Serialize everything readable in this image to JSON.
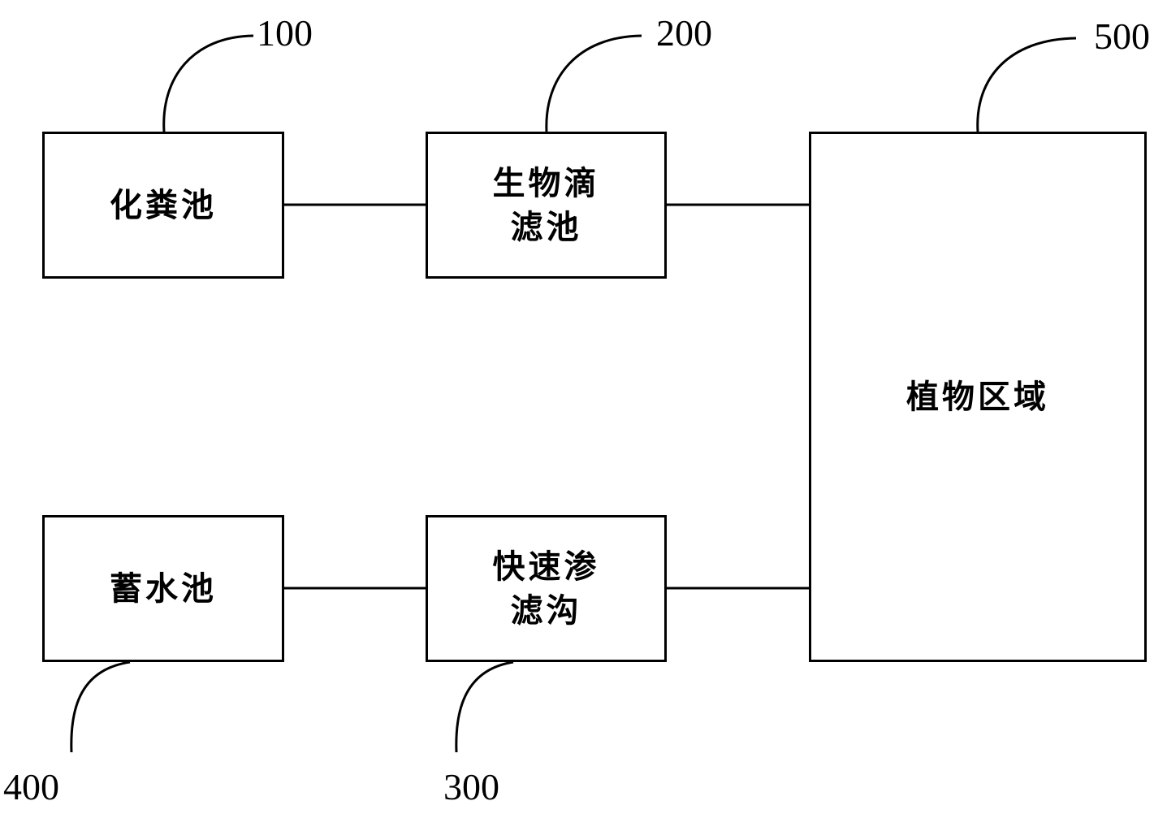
{
  "diagram": {
    "nodes": {
      "septic_tank": {
        "label": "化粪池",
        "ref": "100"
      },
      "biofilter": {
        "label": "生物滴滤池",
        "ref": "200"
      },
      "infiltration_trench": {
        "label": "快速渗滤沟",
        "ref": "300"
      },
      "reservoir": {
        "label": "蓄水池",
        "ref": "400"
      },
      "plant_area": {
        "label": "植物区域",
        "ref": "500"
      }
    },
    "edges": [
      {
        "from": "septic_tank",
        "to": "biofilter"
      },
      {
        "from": "biofilter",
        "to": "plant_area"
      },
      {
        "from": "reservoir",
        "to": "infiltration_trench"
      },
      {
        "from": "infiltration_trench",
        "to": "plant_area"
      }
    ],
    "colors": {
      "line": "#000000",
      "background": "#ffffff"
    }
  }
}
